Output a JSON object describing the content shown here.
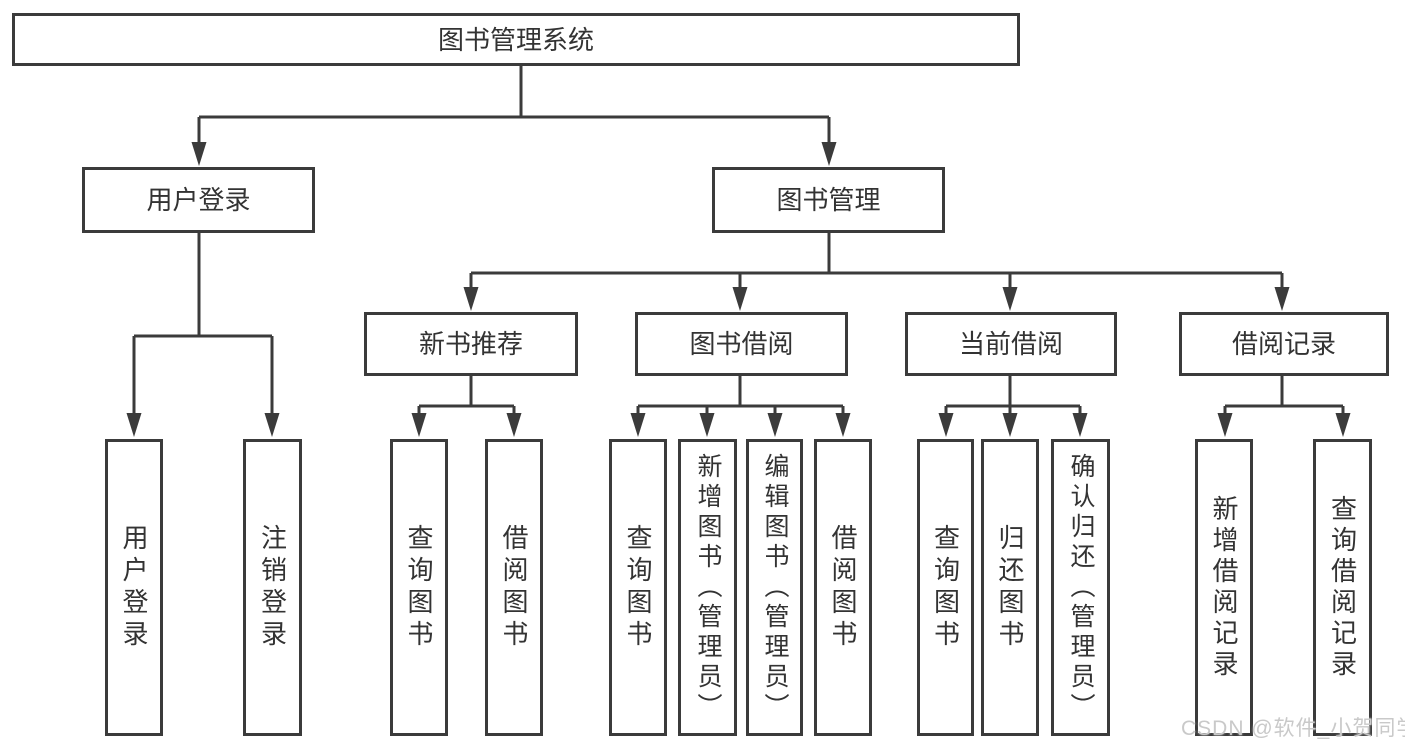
{
  "diagram": {
    "colors": {
      "page_bg": "#ffffff",
      "line": "#3b3b3b",
      "box_fill": "#ffffff",
      "text": "#333333",
      "watermark": "#c9c9c9"
    },
    "watermark": "CSDN @软件_小贺同学",
    "nodes": {
      "root": {
        "label": "图书管理系统"
      },
      "user_login": {
        "label": "用户登录"
      },
      "book_mgmt": {
        "label": "图书管理"
      },
      "new_books": {
        "label": "新书推荐"
      },
      "book_borrow": {
        "label": "图书借阅"
      },
      "current_borrow": {
        "label": "当前借阅"
      },
      "borrow_records": {
        "label": "借阅记录"
      },
      "leaf_user_login": {
        "label": "用户登录"
      },
      "leaf_logout": {
        "label": "注销登录"
      },
      "nb_query_books": {
        "label": "查询图书"
      },
      "nb_borrow_books": {
        "label": "借阅图书"
      },
      "bb_query_books": {
        "label": "查询图书"
      },
      "bb_add_books": {
        "label": "新增图书（管理员）"
      },
      "bb_edit_books": {
        "label": "编辑图书（管理员）"
      },
      "bb_borrow_books": {
        "label": "借阅图书"
      },
      "cb_query_books": {
        "label": "查询图书"
      },
      "cb_return_books": {
        "label": "归还图书"
      },
      "cb_confirm_return": {
        "label": "确认归还（管理员）"
      },
      "br_add_record": {
        "label": "新增借阅记录"
      },
      "br_query_record": {
        "label": "查询借阅记录"
      }
    },
    "edges": [
      [
        "root",
        "user_login"
      ],
      [
        "root",
        "book_mgmt"
      ],
      [
        "user_login",
        "leaf_user_login"
      ],
      [
        "user_login",
        "leaf_logout"
      ],
      [
        "book_mgmt",
        "new_books"
      ],
      [
        "book_mgmt",
        "book_borrow"
      ],
      [
        "book_mgmt",
        "current_borrow"
      ],
      [
        "book_mgmt",
        "borrow_records"
      ],
      [
        "new_books",
        "nb_query_books"
      ],
      [
        "new_books",
        "nb_borrow_books"
      ],
      [
        "book_borrow",
        "bb_query_books"
      ],
      [
        "book_borrow",
        "bb_add_books"
      ],
      [
        "book_borrow",
        "bb_edit_books"
      ],
      [
        "book_borrow",
        "bb_borrow_books"
      ],
      [
        "current_borrow",
        "cb_query_books"
      ],
      [
        "current_borrow",
        "cb_return_books"
      ],
      [
        "current_borrow",
        "cb_confirm_return"
      ],
      [
        "borrow_records",
        "br_add_record"
      ],
      [
        "borrow_records",
        "br_query_record"
      ]
    ]
  }
}
